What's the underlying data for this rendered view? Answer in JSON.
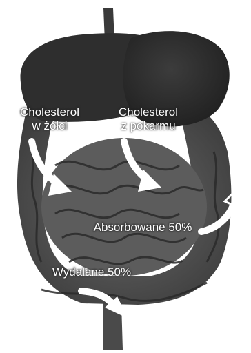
{
  "diagram": {
    "labels": {
      "bile_line1": "Cholesterol",
      "bile_line2": "w żółci",
      "food_line1": "Cholesterol",
      "food_line2": "z pokarmu",
      "absorbed": "Absorbowane 50%",
      "excreted": "Wydalane 50%"
    },
    "values": {
      "absorbed_percent": 50,
      "excreted_percent": 50
    },
    "colors": {
      "background": "#ffffff",
      "organ_dark": "#2b2b2b",
      "organ_mid": "#555555",
      "organ_light": "#8a8a8a",
      "arrow": "#ffffff"
    }
  }
}
